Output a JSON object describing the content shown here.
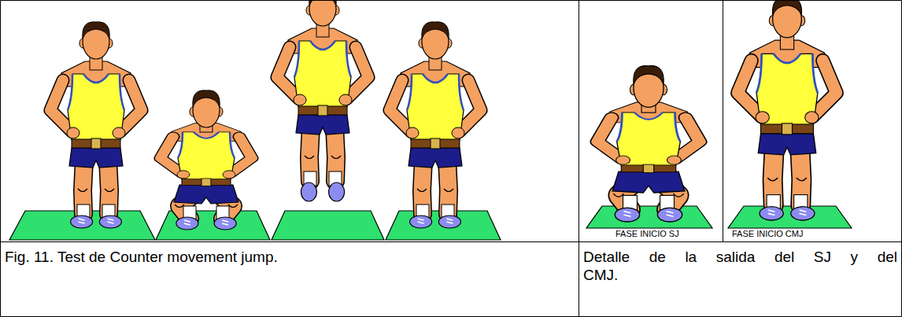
{
  "diagram": {
    "nodes": [
      {
        "text": [
          "FASE INICIO SJ"
        ]
      },
      {
        "text": [
          "FASE INICIO CMJ"
        ]
      },
      {
        "text": [
          "Fig. 11. Test de Counter movement jump."
        ]
      },
      {
        "text": [
          "Detalle de la salida del SJ y del CMJ."
        ]
      }
    ]
  }
}
